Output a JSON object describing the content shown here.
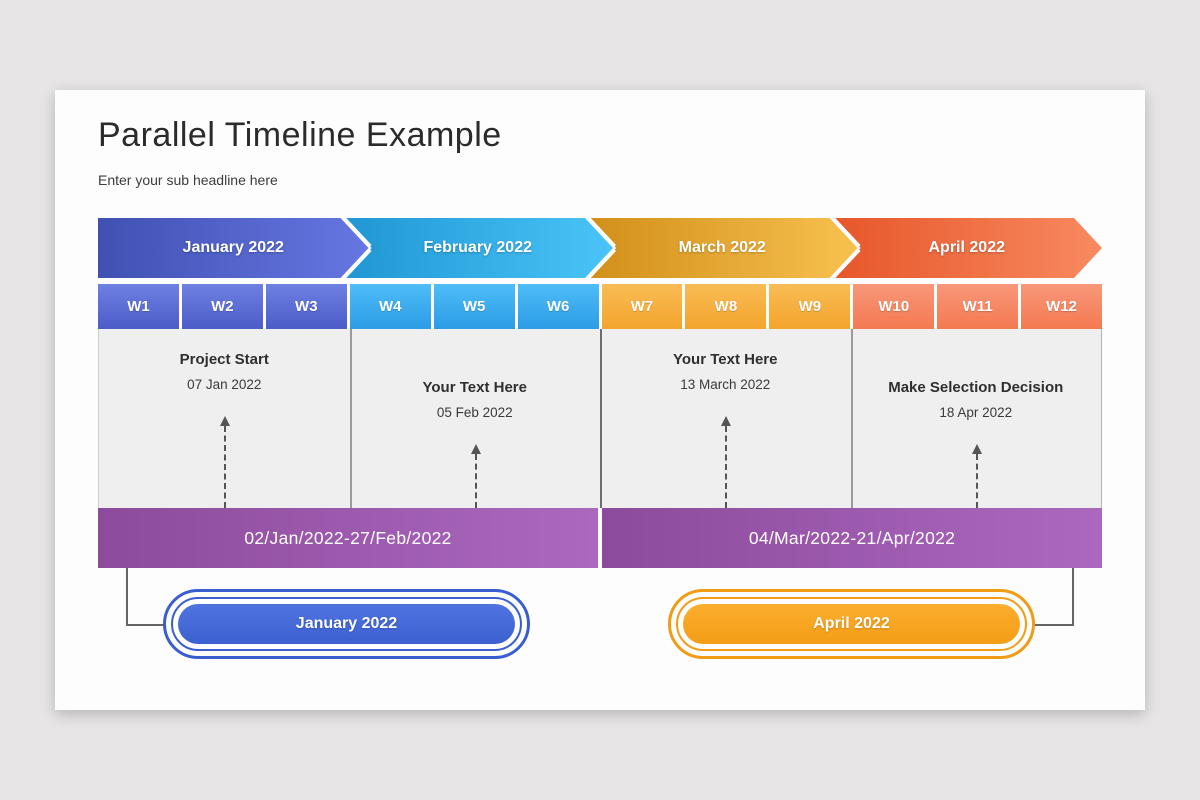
{
  "slide": {
    "title": "Parallel Timeline Example",
    "subtitle": "Enter your sub headline here"
  },
  "months": [
    {
      "label": "January 2022",
      "color": "#4150b2"
    },
    {
      "label": "February 2022",
      "color": "#2ba3dd"
    },
    {
      "label": "March 2022",
      "color": "#e8a62f"
    },
    {
      "label": "April 2022",
      "color": "#ef6b3c"
    }
  ],
  "weeks": [
    "W1",
    "W2",
    "W3",
    "W4",
    "W5",
    "W6",
    "W7",
    "W8",
    "W9",
    "W10",
    "W11",
    "W12"
  ],
  "milestones": [
    {
      "title": "Project Start",
      "date": "07 Jan 2022"
    },
    {
      "title": "Your Text Here",
      "date": "05 Feb 2022"
    },
    {
      "title": "Your Text Here",
      "date": "13 March 2022"
    },
    {
      "title": "Make Selection Decision",
      "date": "18 Apr 2022"
    }
  ],
  "ranges": [
    {
      "label": "02/Jan/2022-27/Feb/2022"
    },
    {
      "label": "04/Mar/2022-21/Apr/2022"
    }
  ],
  "badges": [
    {
      "label": "January 2022",
      "color": "#4267d6"
    },
    {
      "label": "April 2022",
      "color": "#f8a41f"
    }
  ],
  "colors": {
    "range_bar": "#9c59ae",
    "week_blue": "#5565cf",
    "week_lightblue": "#3aaef0",
    "week_amber": "#f6ac3b",
    "week_salmon": "#f58764",
    "connector": "#666666",
    "canvas_background": "#e7e5e5",
    "content_background": "#f0eff0"
  }
}
